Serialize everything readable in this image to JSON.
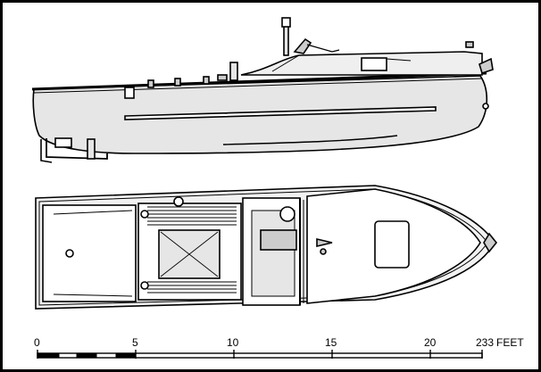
{
  "drawing": {
    "side_view": "side-elevation",
    "top_view": "plan-view",
    "line_color": "#000000",
    "hull_fill": "#e6e6e6",
    "deck_fill": "#f2f2f2",
    "background": "#ffffff"
  },
  "scale_bar": {
    "tick_labels": [
      "0",
      "5",
      "10",
      "15",
      "20",
      "233"
    ],
    "unit": "FEET"
  }
}
